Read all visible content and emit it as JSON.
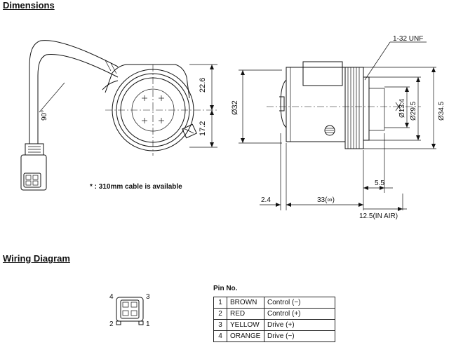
{
  "titles": {
    "dimensions": "Dimensions",
    "wiring": "Wiring Diagram"
  },
  "front_view": {
    "angle_label": "90°",
    "dim_top": "22.6",
    "dim_bottom": "17.2",
    "cable_note": "* : 310mm  cable is available"
  },
  "side_view": {
    "thread": "1-32 UNF",
    "dia_overall": "Ø32",
    "dia_1": "Ø13.4",
    "dia_2": "Ø29.5",
    "dia_3": "Ø34.5",
    "len_front": "2.4",
    "len_body": "33(∞)",
    "len_mount": "5.5",
    "back_focus": "12.5(IN AIR)"
  },
  "connector": {
    "pin_labels": [
      "4",
      "3",
      "2",
      "1"
    ]
  },
  "pin_table": {
    "caption": "Pin No.",
    "rows": [
      {
        "no": "1",
        "color": "BROWN",
        "func": "Control (−)"
      },
      {
        "no": "2",
        "color": "RED",
        "func": "Control (+)"
      },
      {
        "no": "3",
        "color": "YELLOW",
        "func": "Drive (+)"
      },
      {
        "no": "4",
        "color": "ORANGE",
        "func": "Drive (−)"
      }
    ]
  }
}
